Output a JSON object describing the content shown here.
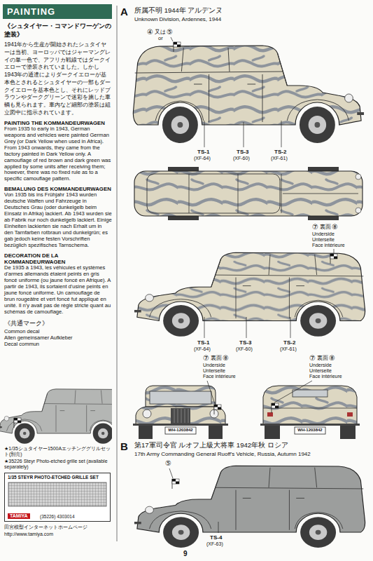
{
  "diagram": {
    "title": "PAINTING",
    "nodes": [
      {
        "text": [
          "1/35 STEYR PHOTO-ETCHED GRILLE SET",
          "TAMIYA",
          "(35226) 4303014"
        ]
      }
    ],
    "labels": [
      "《シュタイヤー・コマンドワーゲンの塗装》",
      "1941年から生産が開始されたシュタイヤーは当初、ヨーロッパではジャーマングレイの単一色で、アフリカ戦線ではダークイエローで塗装されていました。しかし1943年の通達によりダークイエローが基本色とされるとシュタイヤーの一部もダークイエローを基本色とし、それにレッドブラウンやダークグリーンで迷彩を施した車輌も見られます。車内など細部の塗装は組立図中に指示されています。",
      "PAINTING THE KOMMANDEURWAGEN",
      "From 1935 to early in 1943, German weapons and vehicles were painted German Grey (or Dark Yellow when used in Africa). From 1943 onwards, they came from the factory painted in Dark Yellow only. A camouflage of red brown and dark green was applied by some units after receiving them; however, there was no fixed rule as to a specific camouflage pattern.",
      "BEMALUNG DES KOMMANDEURWAGEN",
      "Von 1935 bis ins Frühjahr 1943 wurden deutsche Waffen und Fahrzeuge in Deutsches Grau (oder dunkelgelb beim Einsatz in Afrika) lackiert. Ab 1943 wurden sie ab Fabrik nur noch dunkelgelb lackiert. Einige Einheiten lackierten sie nach Erhalt um in den Tarnfarben rotbraun und dunkelgrün; es gab jedoch keine festen Vorschriften bezüglich spezifisches Tarnschema.",
      "DECORATION DE LA KOMMANDEURWAGEN",
      "De 1935 à 1943, les véhicules et systèmes d'armes allemands étaient peints en gris foncé uniforme (ou jaune foncé en Afrique). A partir de 1943, ils sortaient d'usine peints en jaune foncé uniforme. Un camouflage de brun rougeâtre et vert foncé fut appliqué en unité. Il n'y avait pas de règle stricte quant au schémas de camouflage.",
      "《共通マーク》",
      "Common decal",
      "Allen gemeinsamer Aufkleber",
      "Decal commun",
      "★1/35シュタイヤー1500Aエッチンググリルセット(別売)",
      "★35226 Steyr Photo-etched grille set (available separately)",
      "田宮模型インターネットホームページ",
      "http://www.tamiya.com",
      "9",
      "A",
      "所属不明 1944年 アルデンヌ",
      "Unknown Division, Ardennes, 1944",
      "④",
      "又は",
      "⑤",
      "or",
      "TS-1",
      "(XF-64)",
      "TS-3",
      "(XF-60)",
      "TS-2",
      "(XF-61)",
      "⑦",
      "裏面",
      "⑧",
      "Underside",
      "Unterseite",
      "Face intérieure",
      "TS-1",
      "(XF-64)",
      "TS-3",
      "(XF-60)",
      "TS-2",
      "(XF-61)",
      "⑦",
      "裏面",
      "⑧",
      "Underside",
      "Unterseite",
      "Face intérieure",
      "⑦",
      "裏面",
      "⑧",
      "Underside",
      "Unterseite",
      "Face intérieure",
      "WH-1203842",
      "WH-1203842",
      "B",
      "第17軍司令官 ルオフ上級大将車 1942年秋 ロシア",
      "17th Army Commanding General Ruoff's Vehicle, Russia, Autumn 1942",
      "⑤",
      "TS-4",
      "(XF-63)"
    ]
  }
}
